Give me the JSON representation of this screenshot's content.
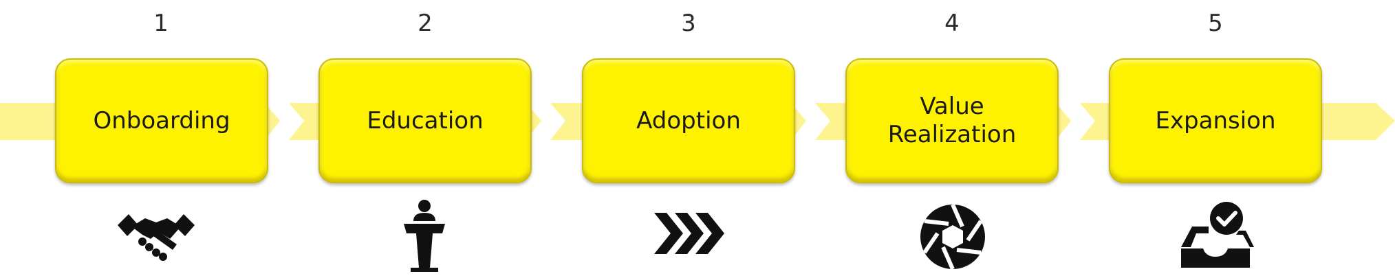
{
  "steps": [
    {
      "number": "1",
      "label": "Onboarding",
      "icon": "handshake-icon"
    },
    {
      "number": "2",
      "label": "Education",
      "icon": "podium-speaker-icon"
    },
    {
      "number": "3",
      "label": "Adoption",
      "icon": "triple-chevron-icon"
    },
    {
      "number": "4",
      "label": "Value\nRealization",
      "icon": "aperture-icon"
    },
    {
      "number": "5",
      "label": "Expansion",
      "icon": "inbox-check-icon"
    }
  ],
  "colors": {
    "box": "#fef200",
    "band": "#fdf38f",
    "icon": "#111111"
  }
}
